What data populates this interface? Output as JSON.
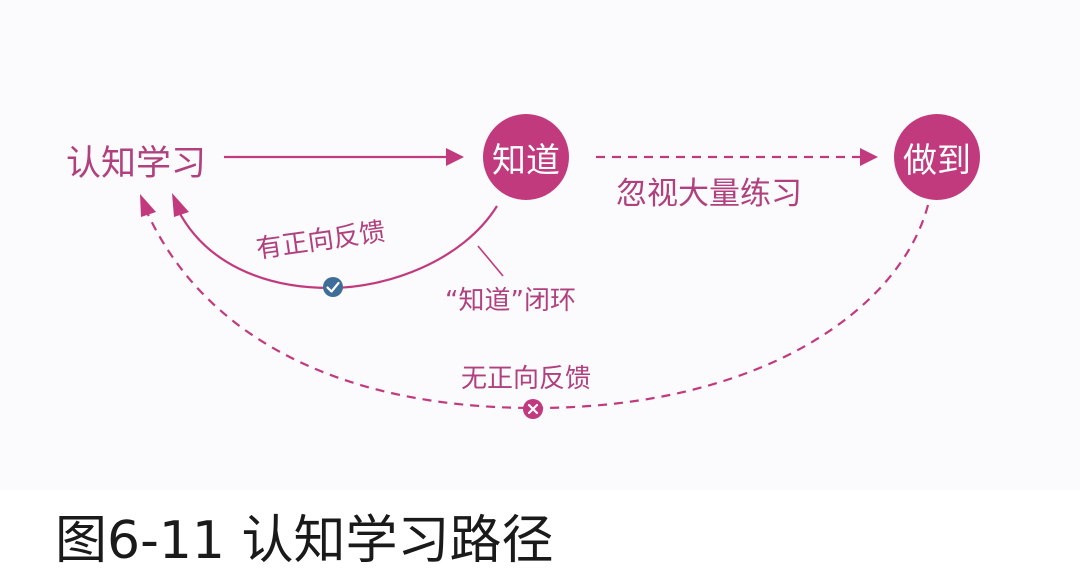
{
  "diagram": {
    "nodes": {
      "start": "认知学习",
      "know": "知道",
      "do": "做到"
    },
    "edges": {
      "ignore_practice": "忽视大量练习",
      "positive_feedback": "有正向反馈",
      "know_loop": "“知道”闭环",
      "no_positive_feedback": "无正向反馈"
    },
    "colors": {
      "accent": "#c13a7e",
      "text": "#b0417e",
      "check_badge": "#3f6d9a",
      "cross_badge": "#c13a7e"
    }
  },
  "caption": "图6-11  认知学习路径"
}
